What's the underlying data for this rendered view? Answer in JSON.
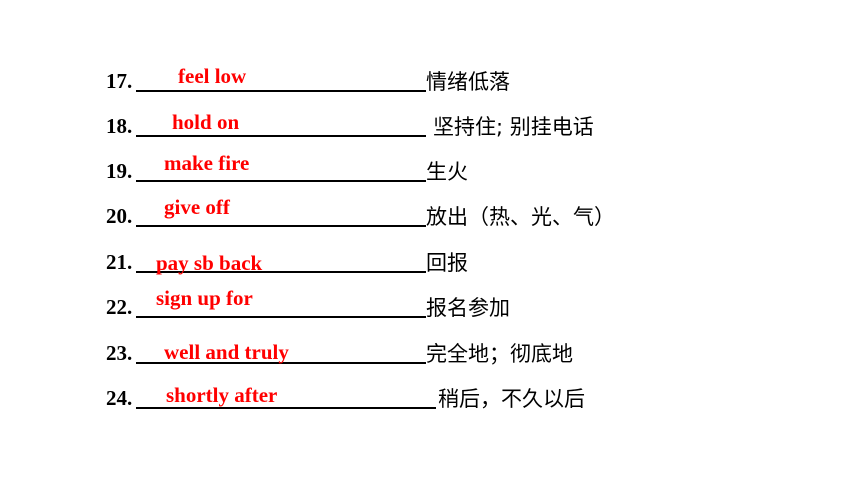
{
  "colors": {
    "answer": "#ff0000",
    "text": "#000000",
    "background": "#ffffff"
  },
  "items": [
    {
      "number": "17.",
      "answer": "feel low",
      "meaning": "情绪低落"
    },
    {
      "number": "18.",
      "answer": "hold on",
      "meaning": "坚持住; 别挂电话"
    },
    {
      "number": "19.",
      "answer": "make fire",
      "meaning": "生火"
    },
    {
      "number": "20.",
      "answer": "give off",
      "meaning": "放出（热、光、气）"
    },
    {
      "number": "21.",
      "answer": "pay sb back",
      "meaning": "回报"
    },
    {
      "number": "22.",
      "answer": "sign up for",
      "meaning": "报名参加"
    },
    {
      "number": "23.",
      "answer": "well and truly",
      "meaning": "完全地；彻底地"
    },
    {
      "number": "24.",
      "answer": "shortly after",
      "meaning": "稍后，不久以后"
    }
  ]
}
